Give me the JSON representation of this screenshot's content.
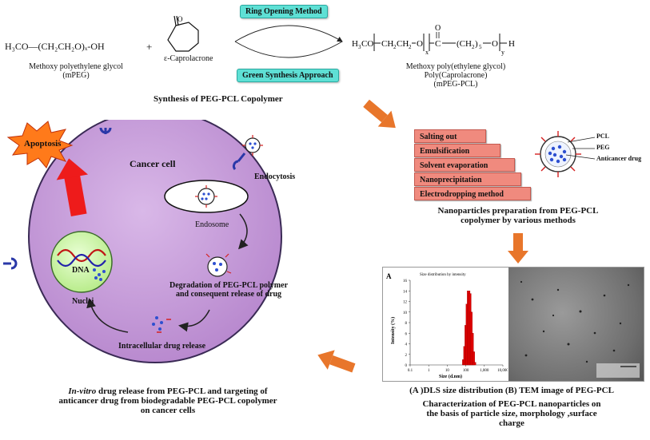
{
  "synthesis": {
    "mpeg_formula": "H₃CO—(CH₂CH₂O)ₓ-OH",
    "plus": "+",
    "caprolactone_label": "ε-Caprolacrone",
    "mpeg_name_line1": "Methoxy polyethylene glycol",
    "mpeg_name_line2": "(mPEG)",
    "ring_opening": "Ring Opening Method",
    "green_synthesis": "Green Synthesis Approach",
    "product_line1": "Methoxy poly(ethylene glycol)",
    "product_line2": "Poly(Caprolacrone)",
    "product_line3": "(mPEG-PCL)",
    "caption": "Synthesis of PEG-PCL Copolymer"
  },
  "methods": {
    "items": [
      "Salting out",
      "Emulsification",
      "Solvent evaporation",
      "Nanoprecipitation",
      "Electrodropping method"
    ],
    "legend": [
      "PCL",
      "PEG",
      "Anticancer drug"
    ],
    "caption_line1": "Nanoparticles preparation from PEG-PCL",
    "caption_line2": "copolymer by various methods"
  },
  "cell": {
    "title": "Cancer cell",
    "apoptosis": "Apoptosis",
    "endocytosis": "Endocytosis",
    "endosome": "Endosome",
    "dna": "DNA",
    "nuclei": "Nuclei",
    "degradation_line1": "Degradation of PEG-PCL polymer",
    "degradation_line2": "and consequent release of drug",
    "release": "Intracellular drug release",
    "caption_line1_italic": "In-vitro",
    "caption_line1_rest": " drug release from PEG-PCL and targeting  of",
    "caption_line2": "anticancer drug  from biodegradable PEG-PCL copolymer",
    "caption_line3": "on cancer cells"
  },
  "characterization": {
    "panel_label": "A",
    "dls_title": "Size distribution by intensity",
    "caption_ab": "(A )DLS size distribution (B) TEM image of PEG-PCL",
    "caption_line1": "Characterization of PEG-PCL nanoparticles on",
    "caption_line2": "the basis of particle size, morphology ,surface",
    "caption_line3": "charge"
  },
  "chart_data": {
    "type": "bar",
    "title": "Size distribution by intensity",
    "xlabel": "Size (d.nm)",
    "ylabel": "Intensity (%)",
    "x_scale": "log",
    "x_ticks": [
      "0.1",
      "1",
      "10",
      "100",
      "1,000",
      "10,000"
    ],
    "y_ticks": [
      "0",
      "2",
      "4",
      "6",
      "8",
      "10",
      "12",
      "14",
      "16"
    ],
    "ylim": [
      0,
      16
    ],
    "xlim": [
      0.1,
      10000
    ],
    "series": [
      {
        "x": [
          78,
          91,
          106,
          122,
          142,
          164,
          190,
          220,
          255,
          295
        ],
        "values": [
          1.0,
          3.5,
          7.5,
          11.5,
          14.0,
          13.5,
          10.0,
          6.0,
          2.5,
          0.5
        ]
      }
    ],
    "colors": {
      "bars": "#dd0000"
    }
  }
}
